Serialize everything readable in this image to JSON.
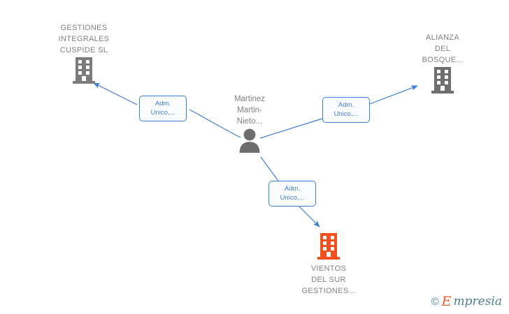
{
  "diagram": {
    "background_color": "#ffffff",
    "edge_color": "#3d7fd4",
    "company_gray": "#6e6e6e",
    "company_orange": "#f4511e",
    "label_text_color": "#808080",
    "nodes": [
      {
        "id": "gestiones-integrales-cuspide",
        "label": "GESTIONES\nINTEGRALES\nCUSPIDE  SL",
        "icon": "building-icon",
        "icon_color": "#7b7b7b",
        "type": "company",
        "label_position": "above"
      },
      {
        "id": "alianza-del-bosque",
        "label": "ALIANZA\nDEL\nBOSQUE...",
        "icon": "building-icon",
        "icon_color": "#6e6e6e",
        "type": "company",
        "label_position": "above"
      },
      {
        "id": "martinez-martin-nieto",
        "label": "Martinez\nMartin-\nNieto...",
        "icon": "person-icon",
        "icon_color": "#6e6e6e",
        "type": "person",
        "label_position": "above"
      },
      {
        "id": "vientos-del-sur-gestiones",
        "label": "VIENTOS\nDEL SUR\nGESTIONES...",
        "icon": "building-icon",
        "icon_color": "#f4511e",
        "type": "company",
        "label_position": "below"
      }
    ],
    "edges": [
      {
        "id": "edge-to-gestiones-integrales-cuspide",
        "from": "martinez-martin-nieto",
        "to": "gestiones-integrales-cuspide",
        "label": "Adm.\nUnico,..."
      },
      {
        "id": "edge-to-alianza-del-bosque",
        "from": "martinez-martin-nieto",
        "to": "alianza-del-bosque",
        "label": "Adm.\nUnico,..."
      },
      {
        "id": "edge-to-vientos-del-sur",
        "from": "martinez-martin-nieto",
        "to": "vientos-del-sur-gestiones",
        "label": "Adm.\nUnico,..."
      }
    ]
  },
  "watermark": {
    "copyright": "©",
    "brand_initial": "E",
    "brand_rest": "mpresia"
  }
}
